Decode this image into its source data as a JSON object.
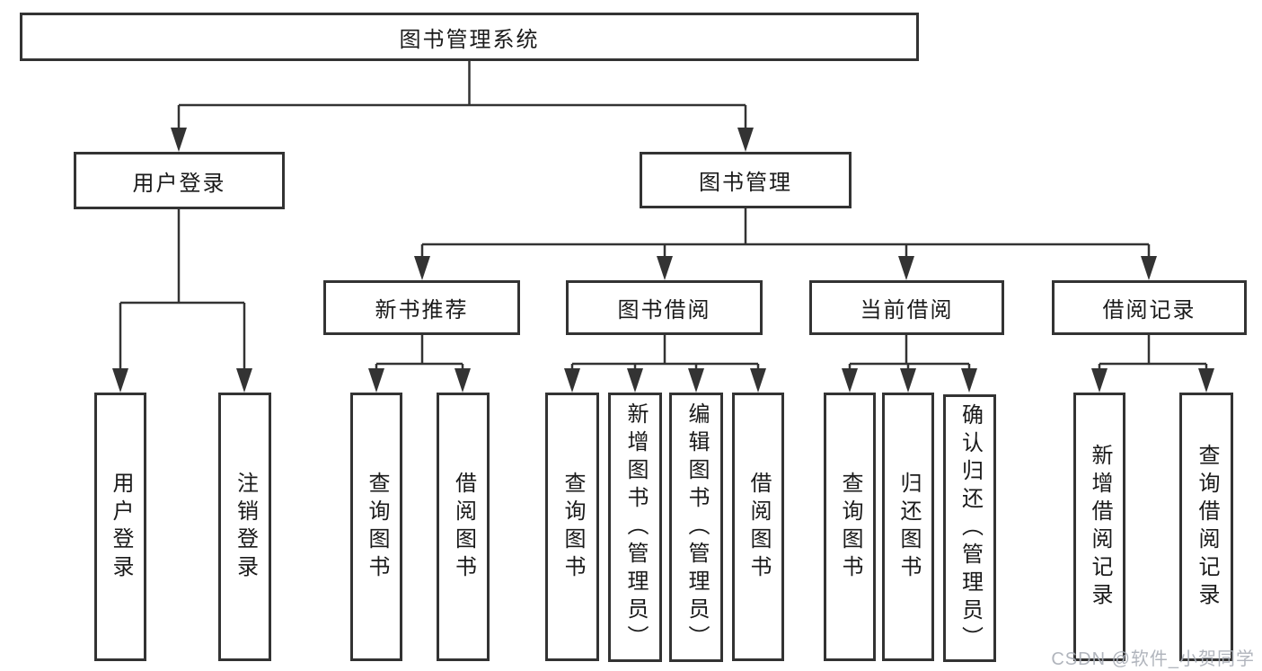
{
  "diagram": {
    "root": {
      "label": "图书管理系统"
    },
    "branches": [
      {
        "label": "用户登录",
        "leaves": [
          "用户登录",
          "注销登录"
        ]
      },
      {
        "label": "图书管理",
        "sections": [
          {
            "label": "新书推荐",
            "leaves": [
              "查询图书",
              "借阅图书"
            ]
          },
          {
            "label": "图书借阅",
            "leaves": [
              "查询图书",
              "新增图书（管理员）",
              "编辑图书（管理员）",
              "借阅图书"
            ]
          },
          {
            "label": "当前借阅",
            "leaves": [
              "查询图书",
              "归还图书",
              "确认归还（管理员）"
            ]
          },
          {
            "label": "借阅记录",
            "leaves": [
              "新增借阅记录",
              "查询借阅记录"
            ]
          }
        ]
      }
    ]
  },
  "watermark": {
    "text": "CSDN @软件_小贺同学"
  },
  "colors": {
    "line": "#333333",
    "box_border": "#333333",
    "text": "#1a1a1a",
    "watermark_gray": "#a9aeb6",
    "background": "#ffffff"
  }
}
